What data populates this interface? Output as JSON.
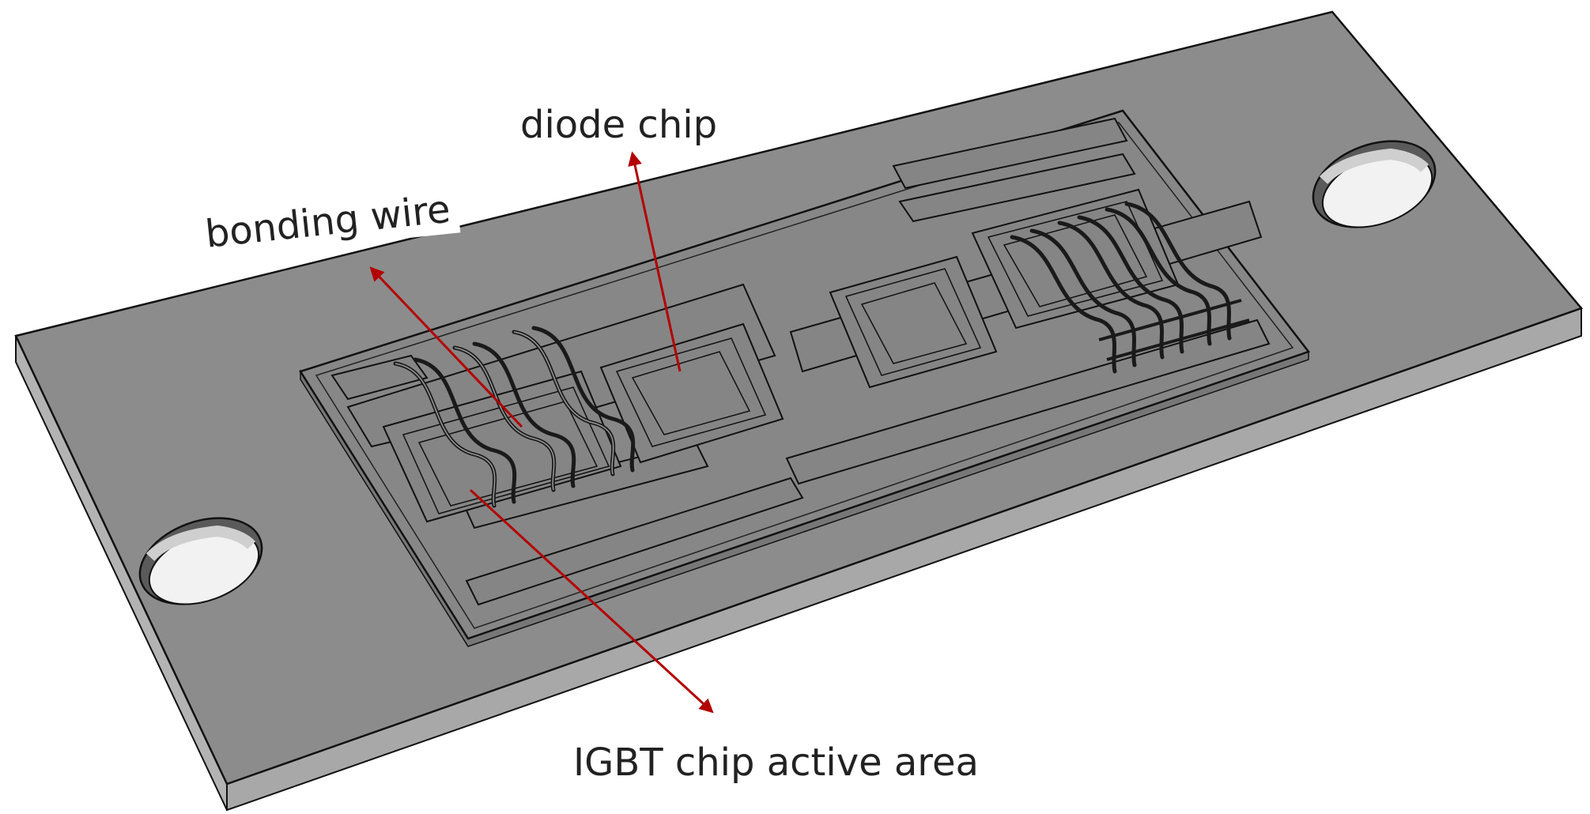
{
  "labels": {
    "diode_chip": "diode chip",
    "bonding_wire": "bonding wire",
    "igbt_chip_active_area": "IGBT chip active area"
  },
  "colors": {
    "plate_top": "#8c8c8c",
    "plate_side_front": "#b3b3b3",
    "plate_side_dark": "#6e6e6e",
    "hole_inner": "#d6d6d6",
    "hole_shadow": "#5a5a5a",
    "edge": "#111111",
    "substrate": "#878787",
    "wire": "#222222",
    "arrow": "#b30000",
    "text": "#222222"
  },
  "icons": {
    "mounting_holes": "circle-hole",
    "arrowheads": "triangle-arrowhead"
  }
}
